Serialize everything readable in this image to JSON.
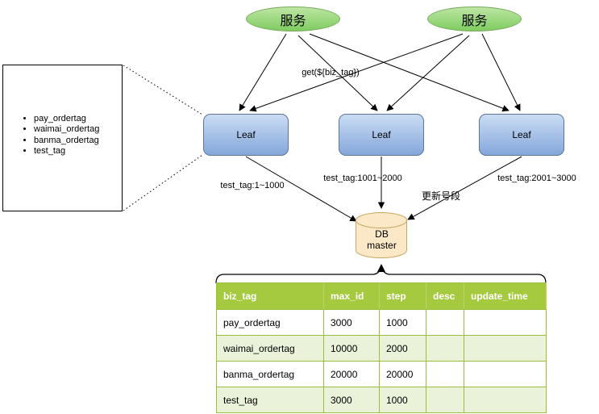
{
  "diagram": {
    "services": [
      {
        "label": "服务"
      },
      {
        "label": "服务"
      }
    ],
    "leaf_nodes": [
      {
        "label": "Leaf"
      },
      {
        "label": "Leaf"
      },
      {
        "label": "Leaf"
      }
    ],
    "db": {
      "line1": "DB",
      "line2": "master"
    },
    "biz_list": {
      "items": [
        "pay_ordertag",
        "waimai_ordertag",
        "banma_ordertag",
        "test_tag"
      ]
    },
    "edge_labels": {
      "get": "get(${biz_tag})",
      "segment1": "test_tag:1~1000",
      "segment2": "test_tag:1001~2000",
      "segment3": "test_tag:2001~3000",
      "update": "更新号段"
    },
    "table": {
      "headers": [
        "biz_tag",
        "max_id",
        "step",
        "desc",
        "update_time"
      ],
      "rows": [
        [
          "pay_ordertag",
          "3000",
          "1000",
          "",
          ""
        ],
        [
          "waimai_ordertag",
          "10000",
          "2000",
          "",
          ""
        ],
        [
          "banma_ordertag",
          "20000",
          "20000",
          "",
          ""
        ],
        [
          "test_tag",
          "3000",
          "1000",
          "",
          ""
        ]
      ]
    },
    "colors": {
      "service_fill_top": "#bde6a3",
      "service_fill_bottom": "#7fcc61",
      "service_border": "#78ab5c",
      "leaf_fill_top": "#cadcf3",
      "leaf_fill_bottom": "#84a7db",
      "leaf_border": "#5d7599",
      "db_fill": "#fae8c6",
      "db_border": "#c9a75f",
      "table_header": "#a5c93f",
      "table_row_alt": "#ebf2da",
      "table_border": "#9cbe3e"
    }
  }
}
